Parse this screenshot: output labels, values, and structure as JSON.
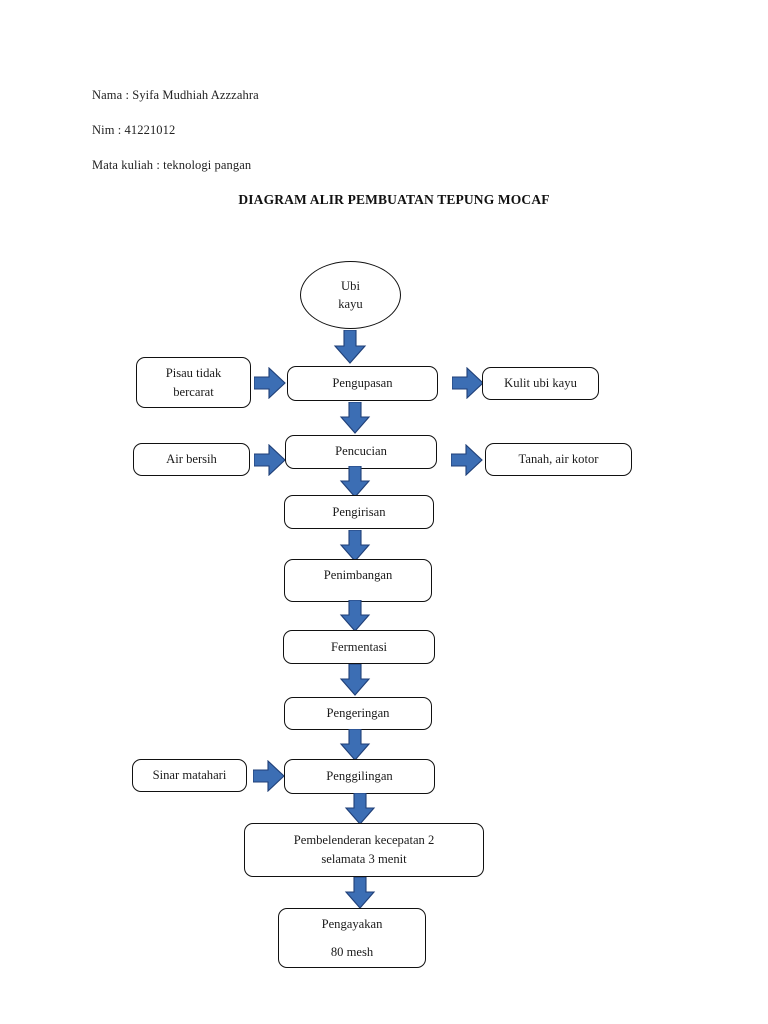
{
  "document": {
    "title": "DIAGRAM ALIR PEMBUATAN TEPUNG MOCAF",
    "meta": [
      "Nama : Syifa Mudhiah Azzzahra",
      "Nim : 41221012",
      "Mata kuliah : teknologi pangan"
    ]
  },
  "colors": {
    "arrow_fill": "#3c6eb4",
    "arrow_stroke": "#1f3f77",
    "node_border": "#111111",
    "page_background": "#ffffff",
    "text": "#1a1a1a"
  },
  "diagram": {
    "type": "flowchart",
    "orientation": "top-to-bottom",
    "start_node": {
      "shape": "oval",
      "line1": "Ubi",
      "line2": "kayu"
    },
    "steps": [
      {
        "id": "pengupasan",
        "label": "Pengupasan",
        "input": "Pisau tidak bercarat",
        "output": "Kulit ubi kayu"
      },
      {
        "id": "pencucian",
        "label": "Pencucian",
        "input": "Air bersih",
        "output": "Tanah, air kotor"
      },
      {
        "id": "pengirisan",
        "label": "Pengirisan",
        "input": null,
        "output": null
      },
      {
        "id": "penimbangan",
        "label": "Penimbangan",
        "input": null,
        "output": null
      },
      {
        "id": "fermentasi",
        "label": "Fermentasi",
        "input": null,
        "output": null
      },
      {
        "id": "pengeringan",
        "label": "Pengeringan",
        "input": null,
        "output": null
      },
      {
        "id": "penggilingan",
        "label": "Penggilingan",
        "input": "Sinar matahari",
        "output": null
      },
      {
        "id": "pembelenderan",
        "label_line1": "Pembelenderan kecepatan 2",
        "label_line2": "selamata 3 menit",
        "input": null,
        "output": null
      },
      {
        "id": "pengayakan",
        "label_line1": "Pengayakan",
        "label_line2": "80 mesh",
        "input": null,
        "output": null
      }
    ],
    "side_inputs": {
      "pisau": "Pisau tidak bercarat",
      "pisau_line1": "Pisau tidak",
      "pisau_line2": "bercarat",
      "air_bersih": "Air bersih",
      "sinar_matahari": "Sinar matahari"
    },
    "side_outputs": {
      "kulit": "Kulit ubi kayu",
      "tanah": "Tanah, air kotor"
    }
  }
}
